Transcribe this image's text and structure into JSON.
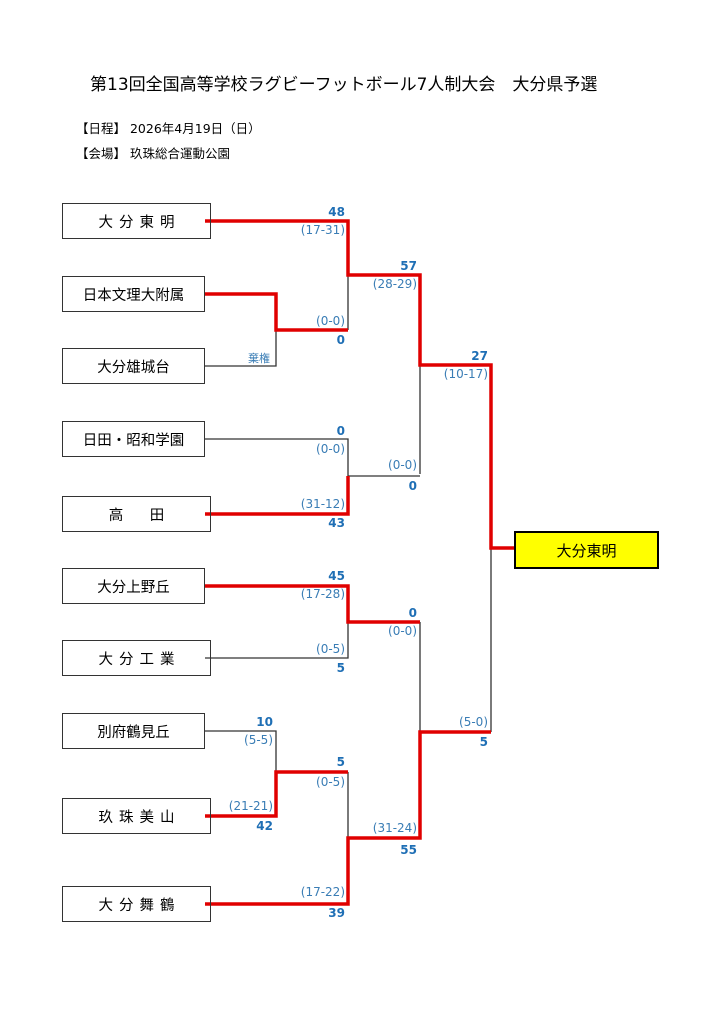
{
  "title": "第13回全国高等学校ラグビーフットボール7人制大会　大分県予選",
  "schedule": "【日程】 2026年4月19日（日）",
  "venue": "【会場】 玖珠総合運動公園",
  "teams": [
    "大分東明",
    "日本文理大附属",
    "大分雄城台",
    "日田・昭和学園",
    "高　田",
    "大分上野丘",
    "大分工業",
    "別府鶴見丘",
    "玖珠美山",
    "大分舞鶴"
  ],
  "champion": "大分東明",
  "forfeit": "棄権",
  "scores": {
    "m1": {
      "top": "48",
      "top_half": "(17-31)",
      "bottom": "0",
      "bottom_half": "(0-0)"
    },
    "m2": {
      "top": "0",
      "top_half": "(0-0)",
      "bottom": "43",
      "bottom_half": "(31-12)"
    },
    "m3": {
      "top": "45",
      "top_half": "(17-28)",
      "bottom": "5",
      "bottom_half": "(0-5)"
    },
    "m4": {
      "top": "10",
      "top_half": "(5-5)",
      "bottom": "42",
      "bottom_half": "(21-21)"
    },
    "m5": {
      "top": "5",
      "top_half": "(0-5)",
      "bottom": "39",
      "bottom_half": "(17-22)"
    },
    "qf1": {
      "top": "57",
      "top_half": "(28-29)",
      "bottom": "0",
      "bottom_half": "(0-0)"
    },
    "qf2": {
      "top": "0",
      "top_half": "(0-0)",
      "bottom": "55",
      "bottom_half": "(31-24)"
    },
    "final": {
      "top": "27",
      "top_half": "(10-17)",
      "bottom": "5",
      "bottom_half": "(5-0)"
    }
  },
  "colors": {
    "win_line": "#e00000",
    "lose_line": "#333333",
    "score": "#1f6fb5",
    "winner_bg": "#ffff00"
  }
}
